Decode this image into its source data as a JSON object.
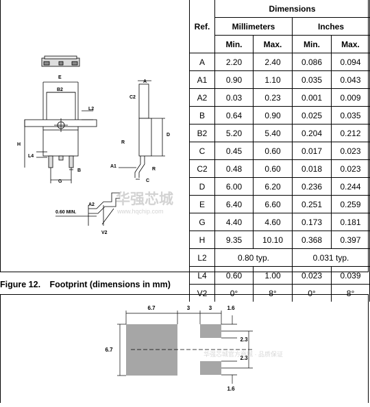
{
  "drawing_labels": {
    "E": "E",
    "B2": "B2",
    "L2": "L2",
    "H": "H",
    "L4": "L4",
    "G": "G",
    "B": "B",
    "A": "A",
    "C2": "C2",
    "D": "D",
    "R1": "R",
    "R2": "R",
    "A1": "A1",
    "C": "C",
    "A2": "A2",
    "min_note": "0.60 MIN.",
    "V2": "V2"
  },
  "watermark": {
    "cn": "华强芯城",
    "url": "www.hqchip.com",
    "sub": "华强芯城官方商城 · 品质保证"
  },
  "table": {
    "header_dimensions": "Dimensions",
    "header_ref": "Ref.",
    "header_mm": "Millimeters",
    "header_in": "Inches",
    "sub_min": "Min.",
    "sub_max": "Max.",
    "rows": [
      [
        "A",
        "2.20",
        "2.40",
        "0.086",
        "0.094"
      ],
      [
        "A1",
        "0.90",
        "1.10",
        "0.035",
        "0.043"
      ],
      [
        "A2",
        "0.03",
        "0.23",
        "0.001",
        "0.009"
      ],
      [
        "B",
        "0.64",
        "0.90",
        "0.025",
        "0.035"
      ],
      [
        "B2",
        "5.20",
        "5.40",
        "0.204",
        "0.212"
      ],
      [
        "C",
        "0.45",
        "0.60",
        "0.017",
        "0.023"
      ],
      [
        "C2",
        "0.48",
        "0.60",
        "0.018",
        "0.023"
      ],
      [
        "D",
        "6.00",
        "6.20",
        "0.236",
        "0.244"
      ],
      [
        "E",
        "6.40",
        "6.60",
        "0.251",
        "0.259"
      ],
      [
        "G",
        "4.40",
        "4.60",
        "0.173",
        "0.181"
      ],
      [
        "H",
        "9.35",
        "10.10",
        "0.368",
        "0.397"
      ]
    ],
    "typ_row": {
      "ref": "L2",
      "mm": "0.80 typ.",
      "in": "0.031 typ."
    },
    "tail_rows": [
      [
        "L4",
        "0.60",
        "1.00",
        "0.023",
        "0.039"
      ],
      [
        "V2",
        "0°",
        "8°",
        "0°",
        "8°"
      ]
    ]
  },
  "figure": {
    "number": "Figure 12.",
    "title": "Footprint (dimensions in mm)"
  },
  "footprint": {
    "w_pad": "6.7",
    "gap": "3",
    "w_small": "3",
    "h_edge": "1.6",
    "h_pad": "6.7",
    "pitch1": "2.3",
    "pitch2": "2.3",
    "h_edge_bottom": "1.6",
    "pad_color": "#a6a6a6"
  }
}
